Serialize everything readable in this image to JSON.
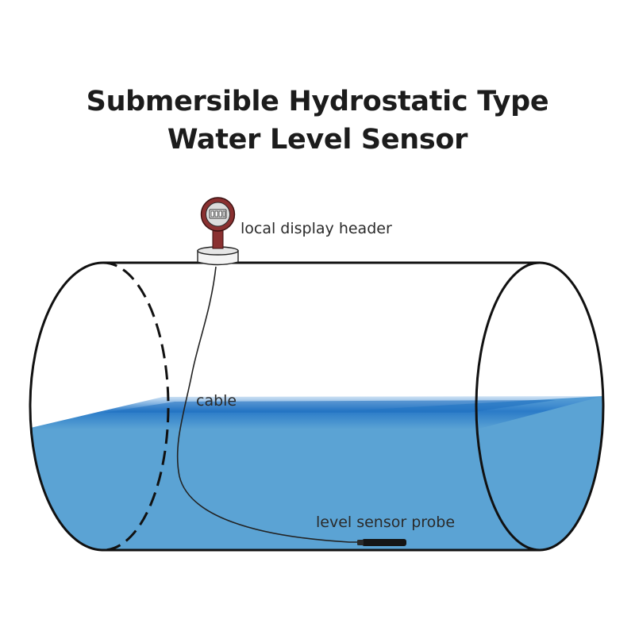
{
  "title": {
    "line1": "Submersible Hydrostatic Type",
    "line2": "Water Level Sensor"
  },
  "labels": {
    "display_header": "local display header",
    "cable": "cable",
    "probe": "level sensor probe"
  },
  "colors": {
    "water": "#5ba3d4",
    "water_surface": "#2b7bc8",
    "outline": "#111111",
    "sensor_body": "#8a3030"
  }
}
